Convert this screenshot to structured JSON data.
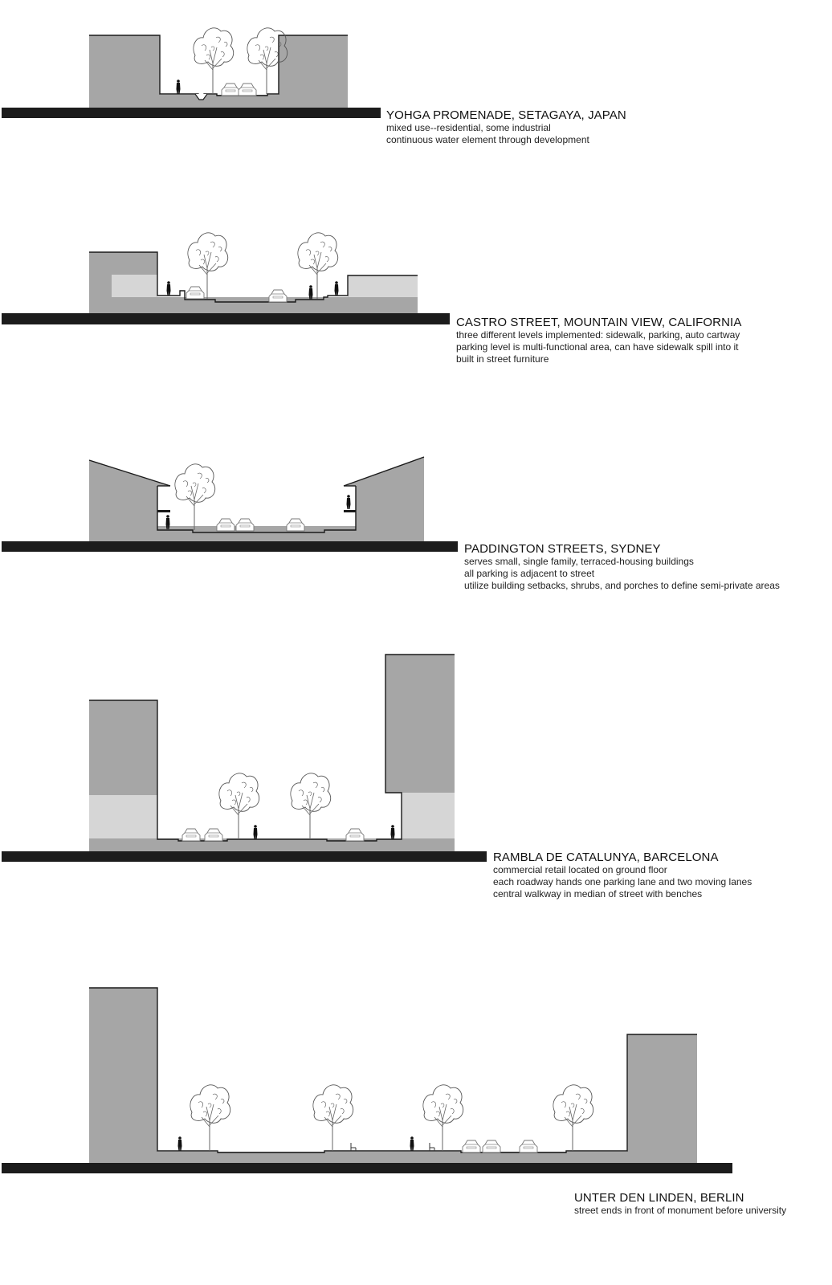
{
  "colors": {
    "ground_bar": "#1c1c1c",
    "building": "#a6a6a6",
    "ground_floor_light": "#d6d6d6",
    "outline": "#1a1a1a",
    "tree_stroke": "#555555",
    "background": "#ffffff"
  },
  "sections": [
    {
      "title": "YOHGA PROMENADE, SETAGAYA, JAPAN",
      "lines": [
        "mixed use--residential, some industrial",
        "continuous water element through development"
      ]
    },
    {
      "title": "CASTRO STREET, MOUNTAIN VIEW, CALIFORNIA",
      "lines": [
        "three different levels implemented: sidewalk, parking, auto cartway",
        "parking level is multi-functional area, can have sidewalk spill into it",
        "built in street furniture"
      ]
    },
    {
      "title": "PADDINGTON STREETS, SYDNEY",
      "lines": [
        "serves small, single family, terraced-housing buildings",
        "all parking is adjacent to street",
        "utilize building setbacks, shrubs, and porches to define semi-private areas"
      ]
    },
    {
      "title": "RAMBLA DE CATALUNYA, BARCELONA",
      "lines": [
        "commercial retail located on ground floor",
        "each roadway hands one parking lane and two moving lanes",
        "central walkway in median of street with benches"
      ]
    },
    {
      "title": "UNTER DEN LINDEN, BERLIN",
      "lines": [
        "street ends in front of monument before university"
      ]
    }
  ]
}
